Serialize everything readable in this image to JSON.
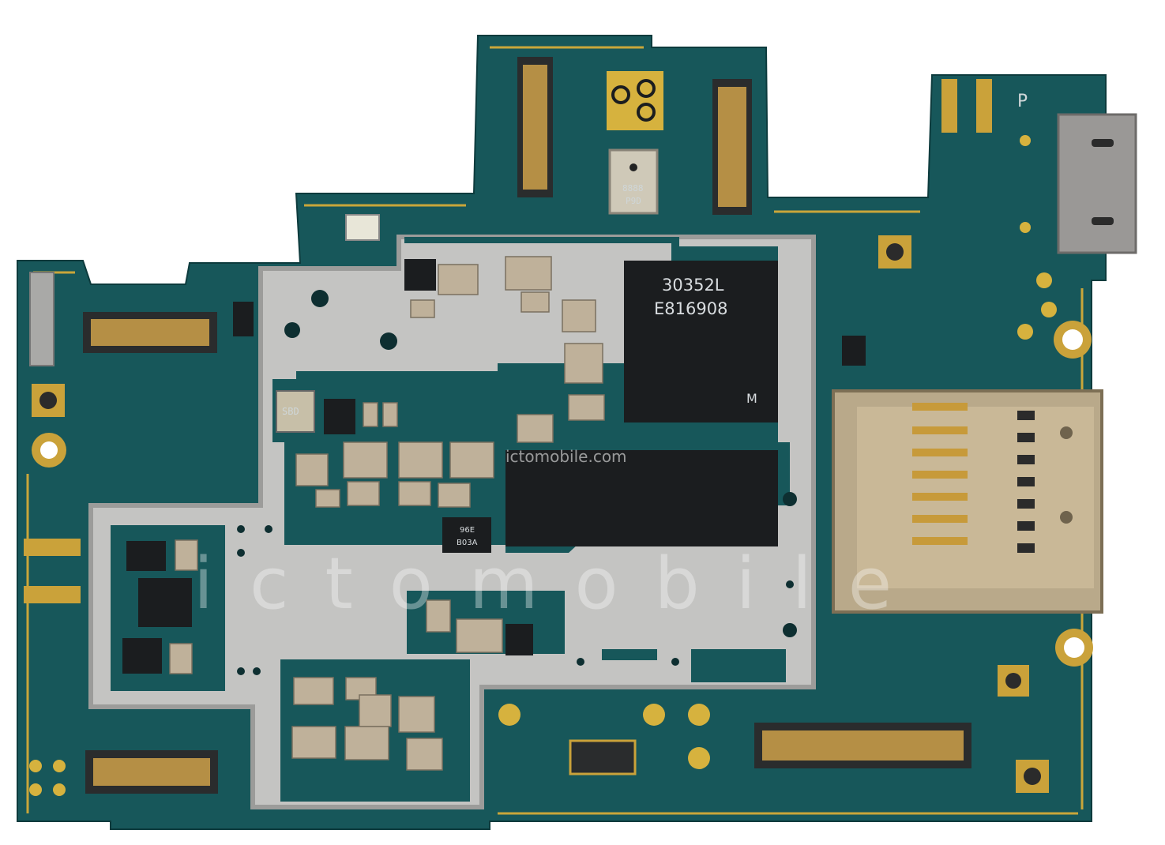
{
  "board": {
    "colors": {
      "pcb": "#17575a",
      "pcb_dark": "#0f4346",
      "outline_gold": "#c9a63a",
      "shield": "#c4c4c2",
      "shield_edge": "#9c9c9a",
      "chip": "#1b1d1f",
      "component": "#bfb19a"
    },
    "chip_labels": {
      "soc_line1": "30352L",
      "soc_line2": "E816908",
      "soc_logo": "M",
      "mic_label_1": "8888",
      "mic_label_2": "P9D",
      "crystal_label": "SBD",
      "ic_label_1": "96E",
      "ic_label_2": "B03A",
      "silk_p": "P"
    },
    "watermark": {
      "url": "ictomobile.com",
      "wordmark": "ictomobile"
    }
  }
}
